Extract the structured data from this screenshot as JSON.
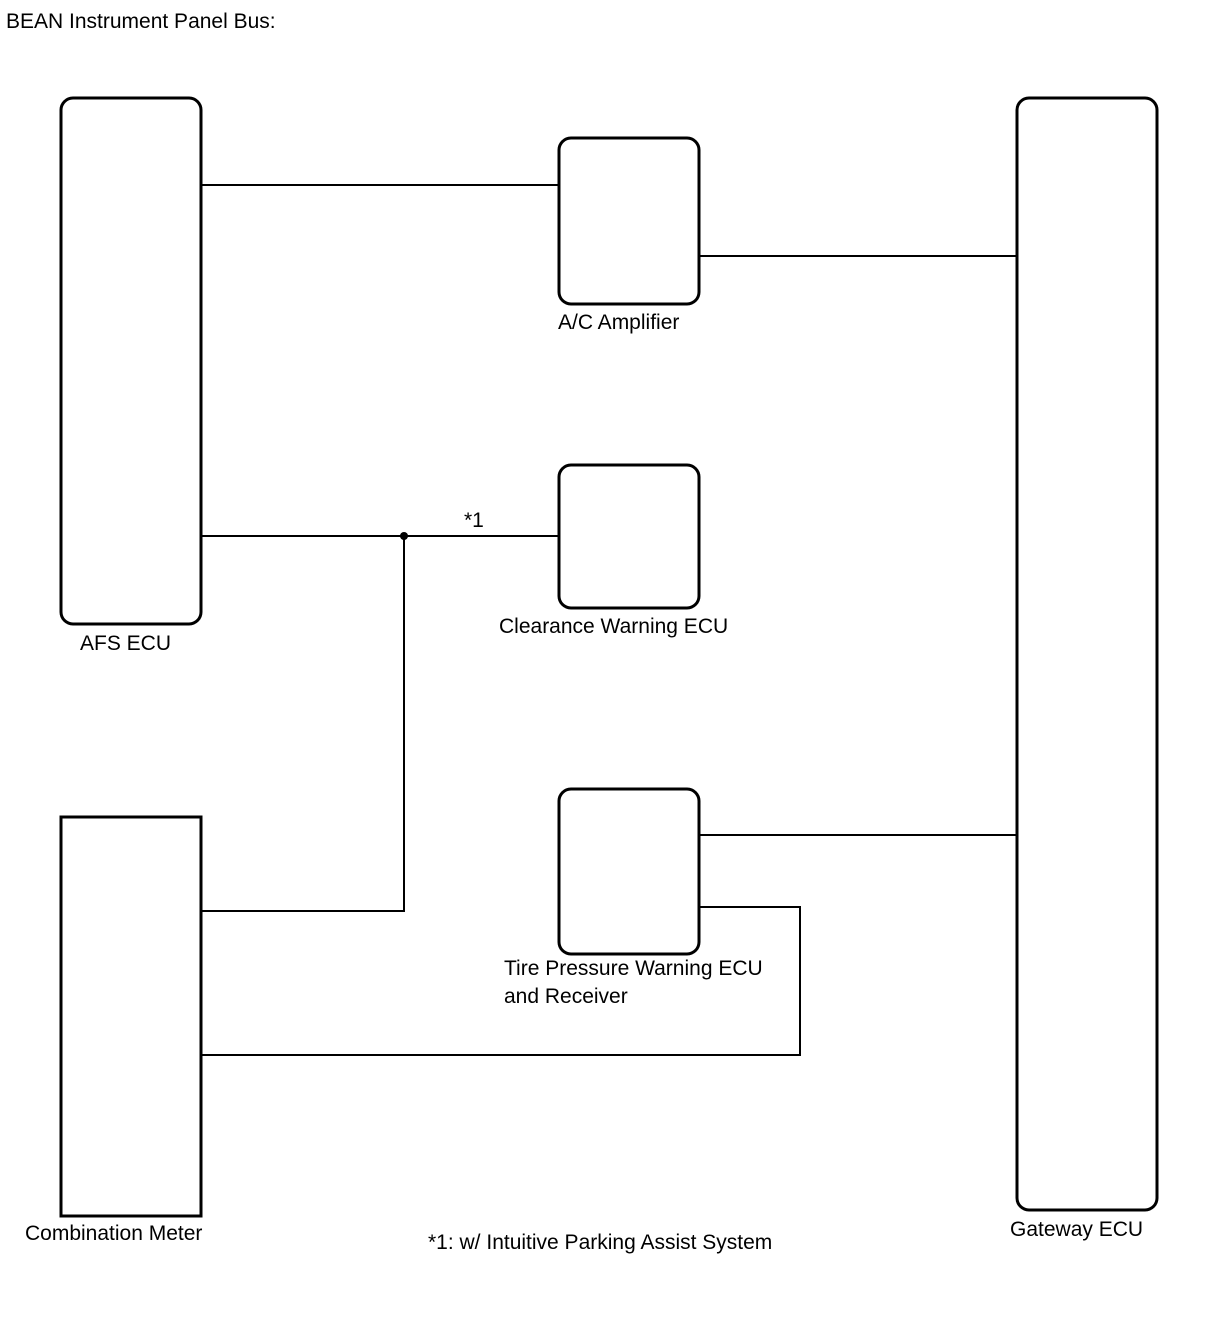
{
  "title": "BEAN Instrument Panel Bus:",
  "components": {
    "afs_ecu": "AFS ECU",
    "ac_amplifier": "A/C Amplifier",
    "clearance_warning_ecu": "Clearance Warning ECU",
    "tire_pressure_ecu_line1": "Tire Pressure Warning ECU",
    "tire_pressure_ecu_line2": "and Receiver",
    "combination_meter": "Combination Meter",
    "gateway_ecu": "Gateway ECU"
  },
  "wire_marker": "*1",
  "footnote": "*1: w/ Intuitive Parking Assist System"
}
